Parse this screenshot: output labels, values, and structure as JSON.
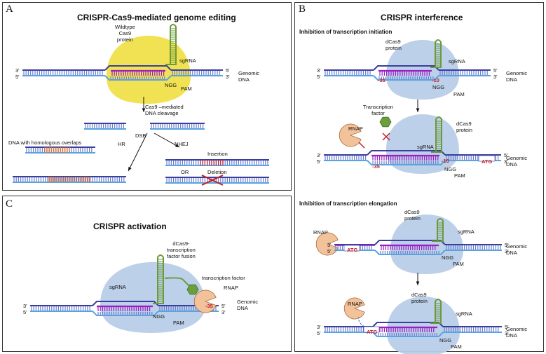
{
  "panels": {
    "a": {
      "letter": "A",
      "title": "CRISPR-Cas9-mediated genome editing",
      "protein": "Wildtype\nCas9\nprotein",
      "sgrna": "sgRNA",
      "genomic_dna": "Genomic\nDNA",
      "pam": "PAM",
      "ngg": "NGG",
      "cleavage": "Cas9 –mediated\nDNA cleavage",
      "dsb": "DSB",
      "hr": "HR",
      "nhej": "NHEJ",
      "overlaps": "DNA with homologous overlaps",
      "insertion": "Insertion",
      "or": "OR",
      "deletion": "Deletion"
    },
    "b": {
      "letter": "B",
      "title": "CRISPR interference",
      "initiation": "Inhibition of transcription initiation",
      "elongation": "Inhibition of transcription elongation",
      "protein": "dCas9\nprotein",
      "sgrna": "sgRNA",
      "genomic_dna": "Genomic\nDNA",
      "pam": "PAM",
      "ngg": "NGG",
      "tf": "Transcription\nfactor",
      "rnap": "RNAP",
      "minus35": "-35",
      "minus10": "-10",
      "atg": "ATG"
    },
    "c": {
      "letter": "C",
      "title": "CRISPR activation",
      "fusion": "dCas9-\ntranscription\nfactor fusion",
      "tf": "transcription factor",
      "sgrna": "sgRNA",
      "rnap": "RNAP",
      "genomic_dna": "Genomic\nDNA",
      "pam": "PAM",
      "ngg": "NGG",
      "minus35": "-35"
    }
  },
  "strands": {
    "top": "3'",
    "bottom": "5'"
  },
  "colors": {
    "dna_dark": "#3b3f9c",
    "dna_light": "#5ba3e0",
    "rung": "#6b7fd0",
    "guide": "#9b1fc4",
    "sgrna": "#6a9a3a",
    "cas9_wild": "#f0e04a",
    "dcas9": "#b9cde8",
    "orange": "#e8742a",
    "red": "#c21f2a",
    "rnap": "#f2c29a",
    "tf": "#6b9e3c"
  }
}
